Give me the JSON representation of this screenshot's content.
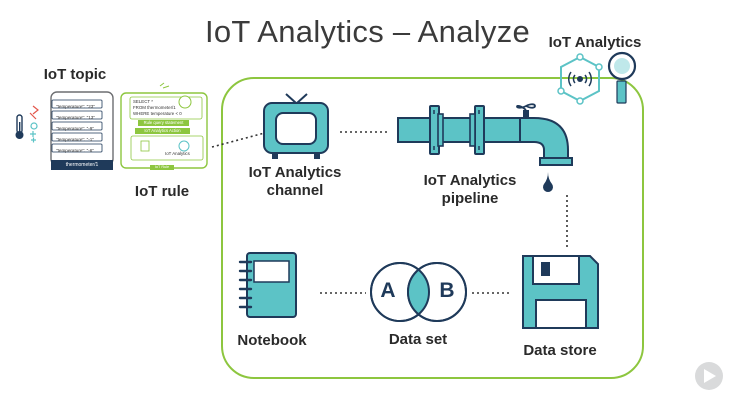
{
  "title": "IoT Analytics – Analyze",
  "iot_analytics_label": "IoT Analytics",
  "iot_topic": {
    "label": "IoT topic",
    "messages": [
      "\"temperature\": \"23\"",
      "\"temperature\": \"13\"",
      "\"temperature\": \"-9\"",
      "\"temperature\": \"-1\"",
      "\"temperature\": \"-6\""
    ],
    "footer": "thermometer/1"
  },
  "iot_rule": {
    "label": "IoT rule",
    "query_lines": [
      "SELECT *",
      "FROM thermometer/1",
      "WHERE temperature < 0"
    ],
    "query_tag": "Rule query statement",
    "action_tag": "IoT Analytics Action",
    "action_label": "IoT Analytics",
    "footer": "IoT Rule"
  },
  "channel": {
    "label_line1": "IoT Analytics",
    "label_line2": "channel"
  },
  "pipeline": {
    "label_line1": "IoT Analytics",
    "label_line2": "pipeline"
  },
  "notebook": {
    "label": "Notebook"
  },
  "dataset": {
    "label": "Data set",
    "circle_a": "A",
    "circle_b": "B"
  },
  "datastore": {
    "label": "Data store"
  },
  "colors": {
    "teal": "#5cc3c6",
    "green": "#8dc63f",
    "navy": "#1f3a5a",
    "text": "#2a2a2a"
  }
}
